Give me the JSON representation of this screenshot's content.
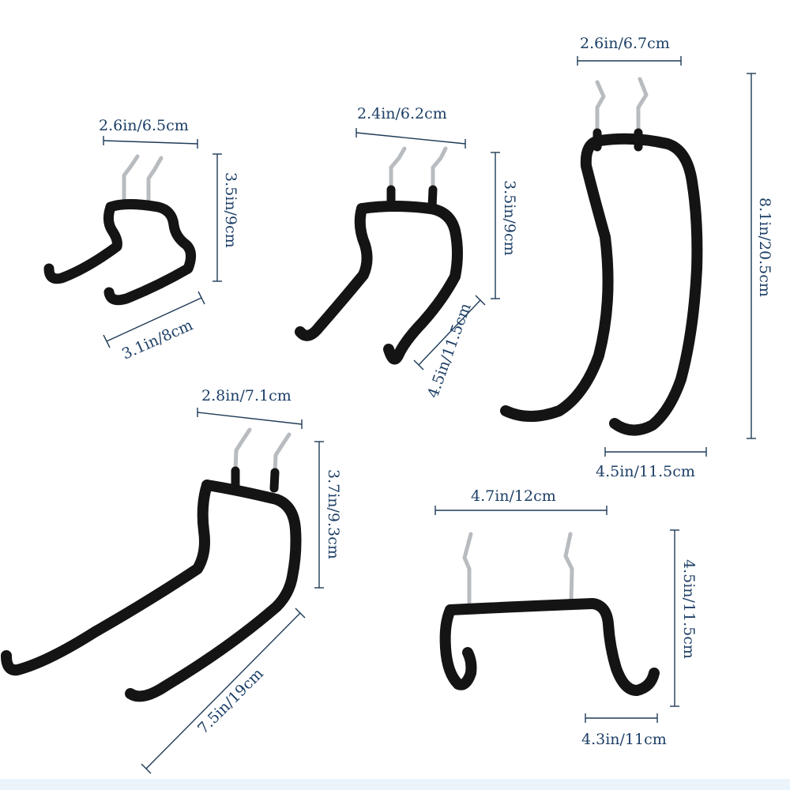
{
  "hooks": [
    {
      "name": "small-double-hook",
      "width": "2.6in/6.5cm",
      "height": "3.5in/9cm",
      "depth": "3.1in/8cm"
    },
    {
      "name": "medium-double-hook",
      "width": "2.4in/6.2cm",
      "height": "3.5in/9cm",
      "depth": "4.5in/11.5cm"
    },
    {
      "name": "tall-curved-hook",
      "width": "2.6in/6.7cm",
      "height": "8.1in/20.5cm",
      "depth": "4.5in/11.5cm"
    },
    {
      "name": "long-double-hook",
      "width": "2.8in/7.1cm",
      "height": "3.7in/9.3cm",
      "depth": "7.5in/19cm"
    },
    {
      "name": "wide-u-hook",
      "width": "4.7in/12cm",
      "height": "4.5in/11.5cm",
      "depth": "4.3in/11cm"
    }
  ],
  "colors": {
    "dimension_text": "#1d3f66",
    "hook_coating": "#141414",
    "metal_pin": "#b8bcc0"
  }
}
